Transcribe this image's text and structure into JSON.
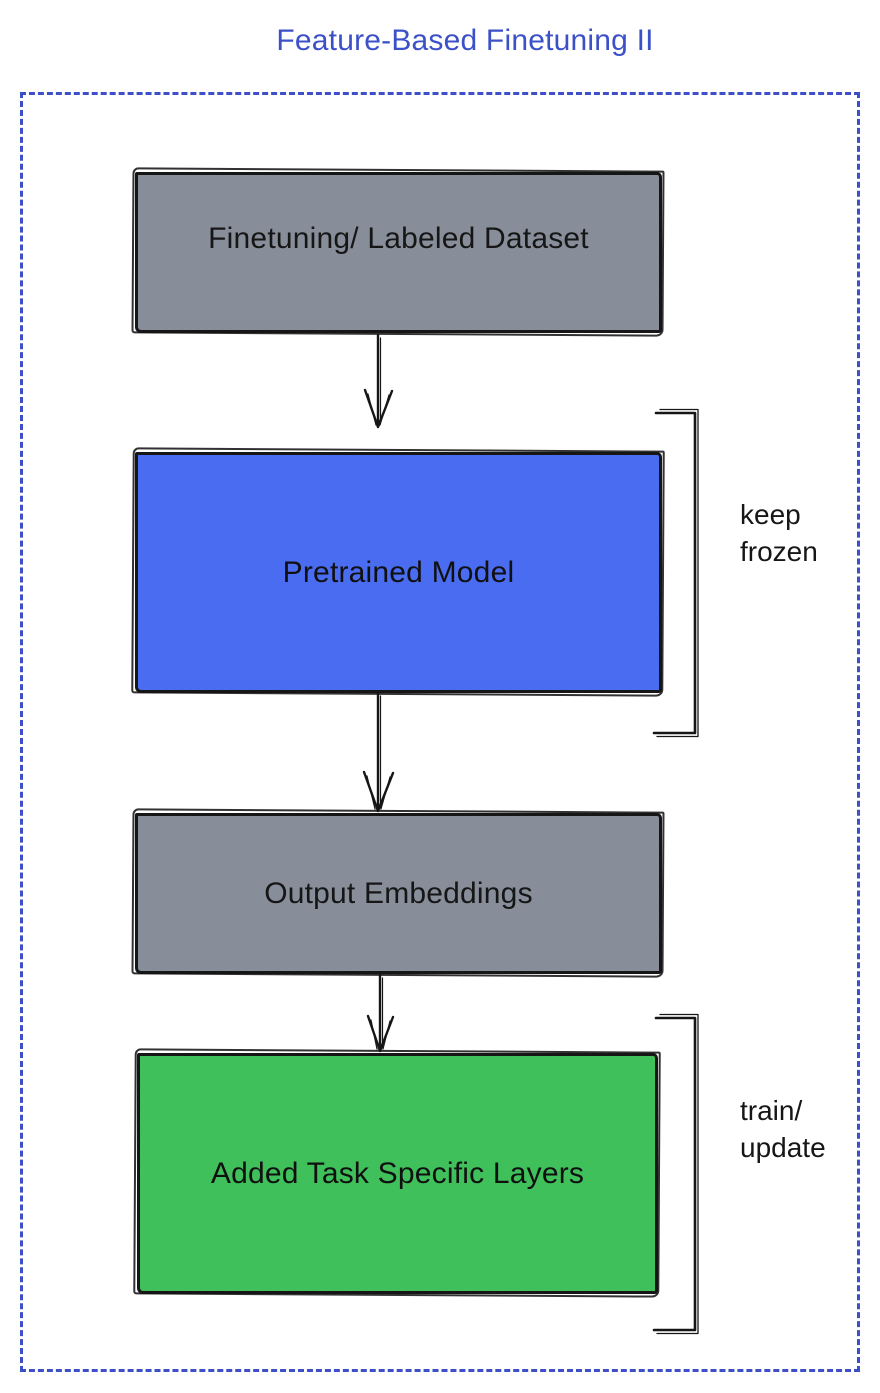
{
  "title": {
    "text": "Feature-Based Finetuning II",
    "color": "#3c50c8"
  },
  "frame": {
    "border_color": "#3d50c8"
  },
  "ink": "#161616",
  "nodes": {
    "dataset": {
      "label": "Finetuning/ Labeled Dataset",
      "fill": "#878e99",
      "text_color": "#161616"
    },
    "pretrained": {
      "label": "Pretrained Model",
      "fill": "#4a6cf0",
      "text_color": "#101010"
    },
    "embeddings": {
      "label": "Output Embeddings",
      "fill": "#878e99",
      "text_color": "#161616"
    },
    "task_layers": {
      "label": "Added Task Specific Layers",
      "fill": "#3fc05a",
      "text_color": "#101010"
    }
  },
  "annotations": {
    "keep_frozen": {
      "line1": "keep",
      "line2": "frozen",
      "target": "pretrained"
    },
    "train_update": {
      "line1": "train/",
      "line2": "update",
      "target": "task_layers"
    }
  },
  "flow": {
    "order": "dataset -> pretrained -> embeddings -> task_layers"
  }
}
